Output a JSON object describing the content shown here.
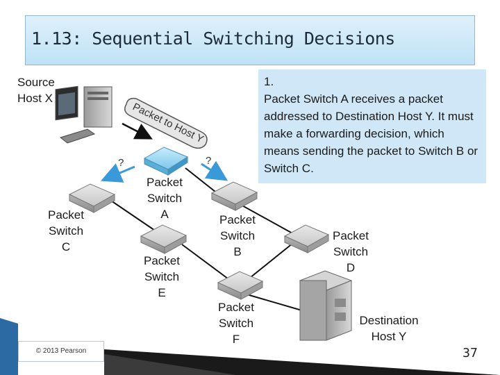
{
  "slide": {
    "title": "1.13: Sequential Switching Decisions",
    "copyright": "© 2013 Pearson",
    "page_number": "37"
  },
  "diagram": {
    "source_label_line1": "Source",
    "source_label_line2": "Host X",
    "packet_banner": "Packet to Host Y",
    "question_mark": "?",
    "switches": {
      "a": {
        "line1": "Packet",
        "line2": "Switch",
        "line3": "A"
      },
      "b": {
        "line1": "Packet",
        "line2": "Switch",
        "line3": "B"
      },
      "c": {
        "line1": "Packet",
        "line2": "Switch",
        "line3": "C"
      },
      "d": {
        "line1": "Packet",
        "line2": "Switch",
        "line3": "D"
      },
      "e": {
        "line1": "Packet",
        "line2": "Switch",
        "line3": "E"
      },
      "f": {
        "line1": "Packet",
        "line2": "Switch",
        "line3": "F"
      }
    },
    "destination_line1": "Destination",
    "destination_line2": "Host Y"
  },
  "callout": {
    "step": "1.",
    "text": "Packet Switch A receives a packet addressed to Destination Host Y. It must make a forwarding decision, which means sending the packet to Switch B or Switch C."
  },
  "colors": {
    "title_background": "#cfe8f8",
    "callout_background": "#cfe7f6",
    "highlighted_switch": "#8fd0f0",
    "arrow_blue": "#3a9ad9"
  }
}
